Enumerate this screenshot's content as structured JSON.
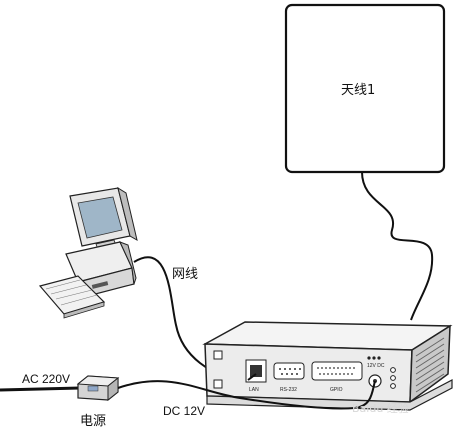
{
  "antenna": {
    "label": "天线1"
  },
  "cables": {
    "network": "网线",
    "ac": "AC 220V",
    "dc": "DC 12V"
  },
  "power_adapter": {
    "label": "电源"
  },
  "reader_ports": {
    "lan": "LAN",
    "rs232": "RS-232",
    "gpio": "GPIO",
    "dc": "12V DC"
  },
  "watermark": {
    "text": "Baidu 经验"
  }
}
